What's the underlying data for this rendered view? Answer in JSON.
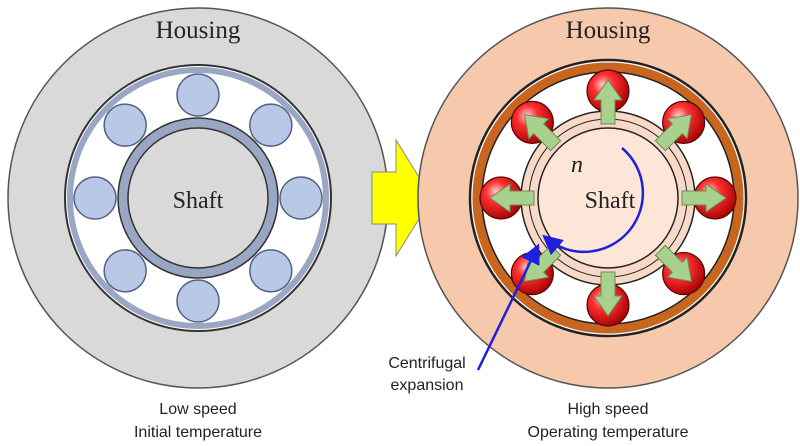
{
  "left_bearing": {
    "housing_label": "Housing",
    "shaft_label": "Shaft",
    "caption_line1": "Low speed",
    "caption_line2": "Initial temperature",
    "housing_color": "#d9d9d9",
    "ring_color": "#9aa7c4",
    "ball_color": "#b8c9e8"
  },
  "right_bearing": {
    "housing_label": "Housing",
    "shaft_label": "Shaft",
    "rotation_symbol": "n",
    "caption_line1": "High speed",
    "caption_line2": "Operating temperature",
    "housing_color": "#f6c9ad",
    "ring_color": "#c8651e",
    "ball_color": "#e01010",
    "arrow_color": "#a9d18e",
    "rotation_color": "#1f1fe0"
  },
  "transition_arrow": {
    "color": "#ffff00"
  },
  "annotation": {
    "line1": "Centrifugal",
    "line2": "expansion",
    "color": "#1f1fe0"
  }
}
